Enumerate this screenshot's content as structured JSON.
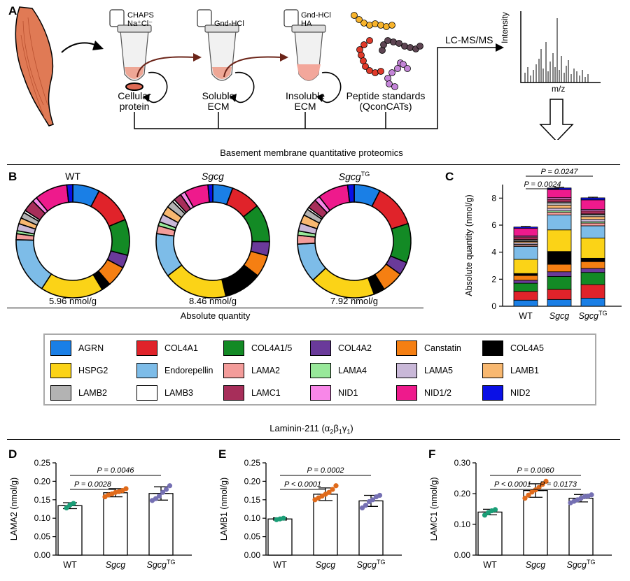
{
  "panels": {
    "a": "A",
    "b": "B",
    "c": "C",
    "d": "D",
    "e": "E",
    "f": "F"
  },
  "workflow": {
    "tube1_reagents": [
      "CHAPS",
      "Na⁺Cl⁻"
    ],
    "tube2_reagents": [
      "Gnd-HCl"
    ],
    "tube3_reagents": [
      "Gnd-HCl",
      "HA"
    ],
    "fractions": [
      [
        "Cellular",
        "protein"
      ],
      [
        "Soluble",
        "ECM"
      ],
      [
        "Insoluble",
        "ECM"
      ],
      [
        "Peptide standards",
        "(QconCATs)"
      ]
    ],
    "method": "LC-MS/MS",
    "spectrum_ylabel": "Intensity",
    "spectrum_xlabel": "m/z"
  },
  "section_bm": "Basement membrane quantitative proteomics",
  "section_lam_prefix": "Laminin-211 (α",
  "section_lam_sub": [
    "2",
    "β",
    "1",
    "γ",
    "1"
  ],
  "section_lam_suffix": ")",
  "donuts": {
    "titles": [
      "WT",
      "Sgcg",
      "Sgcg"
    ],
    "title_sup": "TG",
    "totals": [
      "5.96 nmol/g",
      "8.46 nmol/g",
      "7.92 nmol/g"
    ],
    "xlabel": "Absolute quantity"
  },
  "groups": {
    "wt": "WT",
    "sgcg": "Sgcg",
    "tg": "Sgcg",
    "tg_sup": "TG"
  },
  "legend": [
    {
      "name": "AGRN",
      "color": "#1a7fe6"
    },
    {
      "name": "COL4A1",
      "color": "#e0232a"
    },
    {
      "name": "COL4A1/5",
      "color": "#138a25"
    },
    {
      "name": "COL4A2",
      "color": "#6a3a9a"
    },
    {
      "name": "Canstatin",
      "color": "#f57f12"
    },
    {
      "name": "COL4A5",
      "color": "#000000"
    },
    {
      "name": "HSPG2",
      "color": "#fbd317"
    },
    {
      "name": "Endorepellin",
      "color": "#7dbce8"
    },
    {
      "name": "LAMA2",
      "color": "#f39c9a"
    },
    {
      "name": "LAMA4",
      "color": "#98e89a"
    },
    {
      "name": "LAMA5",
      "color": "#c9b8d8"
    },
    {
      "name": "LAMB1",
      "color": "#f8b870"
    },
    {
      "name": "LAMB2",
      "color": "#b3b3b3"
    },
    {
      "name": "LAMB3",
      "color": "#ffffff"
    },
    {
      "name": "LAMC1",
      "color": "#a72e5a"
    },
    {
      "name": "NID1",
      "color": "#f887e8"
    },
    {
      "name": "NID1/2",
      "color": "#ee1a8c"
    },
    {
      "name": "NID2",
      "color": "#0a10e6"
    }
  ],
  "chart_data": [
    {
      "type": "pie",
      "title": "WT",
      "labels": [
        "AGRN",
        "COL4A1",
        "COL4A1/5",
        "COL4A2",
        "Canstatin",
        "COL4A5",
        "HSPG2",
        "Endorepellin",
        "LAMA2",
        "LAMA4",
        "LAMA5",
        "LAMB1",
        "LAMB2",
        "LAMB3",
        "LAMC1",
        "NID1",
        "NID1/2",
        "NID2"
      ],
      "values": [
        0.45,
        0.65,
        0.6,
        0.22,
        0.35,
        0.15,
        1.05,
        0.95,
        0.1,
        0.05,
        0.12,
        0.1,
        0.1,
        0.04,
        0.2,
        0.08,
        0.55,
        0.1
      ],
      "total": "5.96 nmol/g"
    },
    {
      "type": "pie",
      "title": "Sgcg",
      "labels": [
        "AGRN",
        "COL4A1",
        "COL4A1/5",
        "COL4A2",
        "Canstatin",
        "COL4A5",
        "HSPG2",
        "Endorepellin",
        "LAMA2",
        "LAMA4",
        "LAMA5",
        "LAMB1",
        "LAMB2",
        "LAMB3",
        "LAMC1",
        "NID1",
        "NID1/2",
        "NID2"
      ],
      "values": [
        0.5,
        0.75,
        0.95,
        0.35,
        0.55,
        0.95,
        1.6,
        1.1,
        0.2,
        0.1,
        0.2,
        0.22,
        0.18,
        0.06,
        0.2,
        0.12,
        0.6,
        0.12
      ],
      "total": "8.46 nmol/g"
    },
    {
      "type": "pie",
      "title": "SgcgTG",
      "labels": [
        "AGRN",
        "COL4A1",
        "COL4A1/5",
        "COL4A2",
        "Canstatin",
        "COL4A5",
        "HSPG2",
        "Endorepellin",
        "LAMA2",
        "LAMA4",
        "LAMA5",
        "LAMB1",
        "LAMB2",
        "LAMB3",
        "LAMC1",
        "NID1",
        "NID1/2",
        "NID2"
      ],
      "values": [
        0.6,
        1.0,
        0.9,
        0.3,
        0.5,
        0.25,
        1.5,
        0.9,
        0.2,
        0.1,
        0.18,
        0.2,
        0.15,
        0.05,
        0.22,
        0.12,
        0.7,
        0.15
      ],
      "total": "7.92 nmol/g"
    },
    {
      "type": "bar",
      "stacked": true,
      "categories": [
        "WT",
        "Sgcg",
        "SgcgTG"
      ],
      "ylabel": "Absolute quantity (nmol/g)",
      "ylim": [
        0,
        9
      ],
      "yticks": [
        0,
        2,
        4,
        6,
        8
      ],
      "stack_order": [
        "AGRN",
        "COL4A1",
        "COL4A1/5",
        "COL4A2",
        "Canstatin",
        "COL4A5",
        "HSPG2",
        "Endorepellin",
        "LAMA2",
        "LAMA4",
        "LAMA5",
        "LAMB1",
        "LAMB2",
        "LAMB3",
        "LAMC1",
        "NID1",
        "NID1/2",
        "NID2"
      ],
      "series": [
        {
          "name": "AGRN",
          "values": [
            0.45,
            0.5,
            0.6
          ]
        },
        {
          "name": "COL4A1",
          "values": [
            0.65,
            0.75,
            1.0
          ]
        },
        {
          "name": "COL4A1/5",
          "values": [
            0.6,
            0.95,
            0.9
          ]
        },
        {
          "name": "COL4A2",
          "values": [
            0.22,
            0.35,
            0.3
          ]
        },
        {
          "name": "Canstatin",
          "values": [
            0.35,
            0.55,
            0.5
          ]
        },
        {
          "name": "COL4A5",
          "values": [
            0.15,
            0.95,
            0.25
          ]
        },
        {
          "name": "HSPG2",
          "values": [
            1.05,
            1.6,
            1.5
          ]
        },
        {
          "name": "Endorepellin",
          "values": [
            0.95,
            1.1,
            0.9
          ]
        },
        {
          "name": "LAMA2",
          "values": [
            0.1,
            0.2,
            0.2
          ]
        },
        {
          "name": "LAMA4",
          "values": [
            0.05,
            0.1,
            0.1
          ]
        },
        {
          "name": "LAMA5",
          "values": [
            0.12,
            0.2,
            0.18
          ]
        },
        {
          "name": "LAMB1",
          "values": [
            0.1,
            0.22,
            0.2
          ]
        },
        {
          "name": "LAMB2",
          "values": [
            0.1,
            0.18,
            0.15
          ]
        },
        {
          "name": "LAMB3",
          "values": [
            0.04,
            0.06,
            0.05
          ]
        },
        {
          "name": "LAMC1",
          "values": [
            0.2,
            0.2,
            0.22
          ]
        },
        {
          "name": "NID1",
          "values": [
            0.08,
            0.12,
            0.12
          ]
        },
        {
          "name": "NID1/2",
          "values": [
            0.55,
            0.6,
            0.7
          ]
        },
        {
          "name": "NID2",
          "values": [
            0.1,
            0.12,
            0.15
          ]
        }
      ],
      "comparisons": [
        {
          "from": "WT",
          "to": "Sgcg",
          "label": "P = 0.0024"
        },
        {
          "from": "WT",
          "to": "SgcgTG",
          "label": "P = 0.0247"
        }
      ]
    },
    {
      "type": "bar",
      "ylabel": "LAMA2 (nmol/g)",
      "categories": [
        "WT",
        "Sgcg",
        "SgcgTG"
      ],
      "values": [
        0.134,
        0.169,
        0.167
      ],
      "errors": [
        0.008,
        0.011,
        0.018
      ],
      "ylim": [
        0,
        0.25
      ],
      "yticks": [
        0.0,
        0.05,
        0.1,
        0.15,
        0.2,
        0.25
      ],
      "points": [
        [
          0.128,
          0.136,
          0.14
        ],
        [
          0.158,
          0.163,
          0.166,
          0.17,
          0.172,
          0.175,
          0.18
        ],
        [
          0.148,
          0.153,
          0.16,
          0.17,
          0.178,
          0.188
        ]
      ],
      "comparisons": [
        {
          "from": "WT",
          "to": "Sgcg",
          "label": "P = 0.0028"
        },
        {
          "from": "WT",
          "to": "SgcgTG",
          "label": "P = 0.0046"
        }
      ]
    },
    {
      "type": "bar",
      "ylabel": "LAMB1 (nmol/g)",
      "categories": [
        "WT",
        "Sgcg",
        "SgcgTG"
      ],
      "values": [
        0.098,
        0.165,
        0.147
      ],
      "errors": [
        0.003,
        0.017,
        0.015
      ],
      "ylim": [
        0,
        0.25
      ],
      "yticks": [
        0.0,
        0.05,
        0.1,
        0.15,
        0.2,
        0.25
      ],
      "points": [
        [
          0.096,
          0.098,
          0.1
        ],
        [
          0.15,
          0.155,
          0.16,
          0.165,
          0.17,
          0.178,
          0.188
        ],
        [
          0.128,
          0.135,
          0.145,
          0.15,
          0.158,
          0.162
        ]
      ],
      "comparisons": [
        {
          "from": "WT",
          "to": "Sgcg",
          "label": "P < 0.0001"
        },
        {
          "from": "WT",
          "to": "SgcgTG",
          "label": "P = 0.0002"
        }
      ]
    },
    {
      "type": "bar",
      "ylabel": "LAMC1 (nmol/g)",
      "categories": [
        "WT",
        "Sgcg",
        "SgcgTG"
      ],
      "values": [
        0.14,
        0.21,
        0.185
      ],
      "errors": [
        0.009,
        0.022,
        0.012
      ],
      "ylim": [
        0,
        0.3
      ],
      "yticks": [
        0.0,
        0.1,
        0.2,
        0.3
      ],
      "points": [
        [
          0.13,
          0.138,
          0.144,
          0.148
        ],
        [
          0.185,
          0.195,
          0.205,
          0.212,
          0.22,
          0.23,
          0.24
        ],
        [
          0.17,
          0.175,
          0.18,
          0.185,
          0.19,
          0.192,
          0.196
        ]
      ],
      "comparisons": [
        {
          "from": "WT",
          "to": "Sgcg",
          "label": "P < 0.0001"
        },
        {
          "from": "Sgcg",
          "to": "SgcgTG",
          "label": "P = 0.0173"
        },
        {
          "from": "WT",
          "to": "SgcgTG",
          "label": "P = 0.0060"
        }
      ]
    }
  ]
}
